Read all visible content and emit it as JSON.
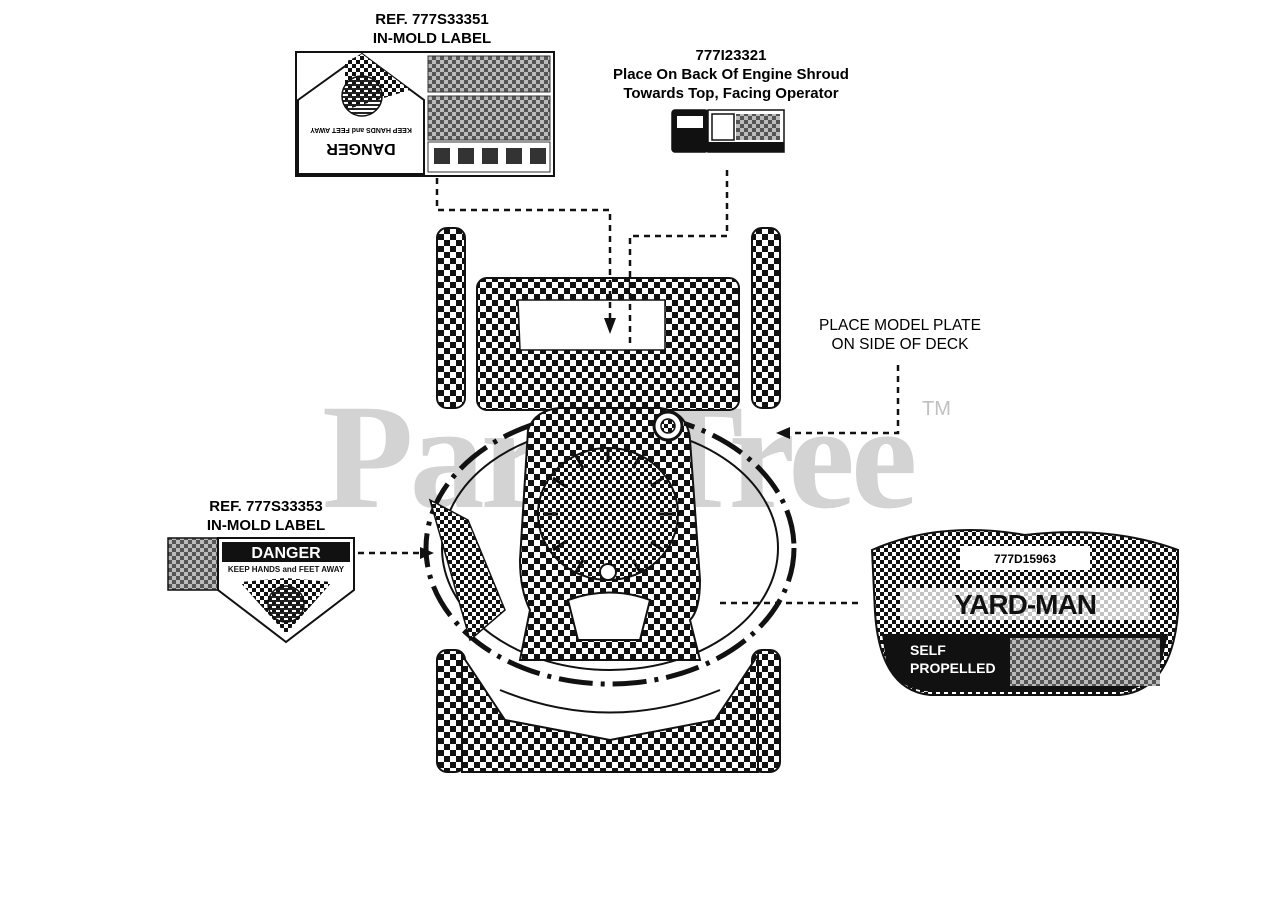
{
  "watermark": {
    "text": "PartsTree",
    "tm": "TM"
  },
  "callouts": {
    "top_left": {
      "line1": "REF. 777S33351",
      "line2": "IN-MOLD LABEL"
    },
    "top_right": {
      "line1": "777I23321",
      "line2": "Place On Back Of Engine Shroud",
      "line3": "Towards Top, Facing Operator"
    },
    "model_plate": {
      "line1": "PLACE MODEL PLATE",
      "line2": "ON SIDE OF DECK"
    },
    "bottom_left": {
      "line1": "REF. 777S33353",
      "line2": "IN-MOLD LABEL"
    }
  },
  "decals": {
    "danger_small": {
      "heading": "DANGER",
      "subheading": "KEEP HANDS and FEET AWAY"
    },
    "danger_large": {
      "heading": "DANGER",
      "subheading": "KEEP HANDS and FEET AWAY"
    },
    "brand": {
      "part_number": "777D15963",
      "logo": "YARD-MAN",
      "badge_line1": "SELF",
      "badge_line2": "PROPELLED"
    }
  }
}
